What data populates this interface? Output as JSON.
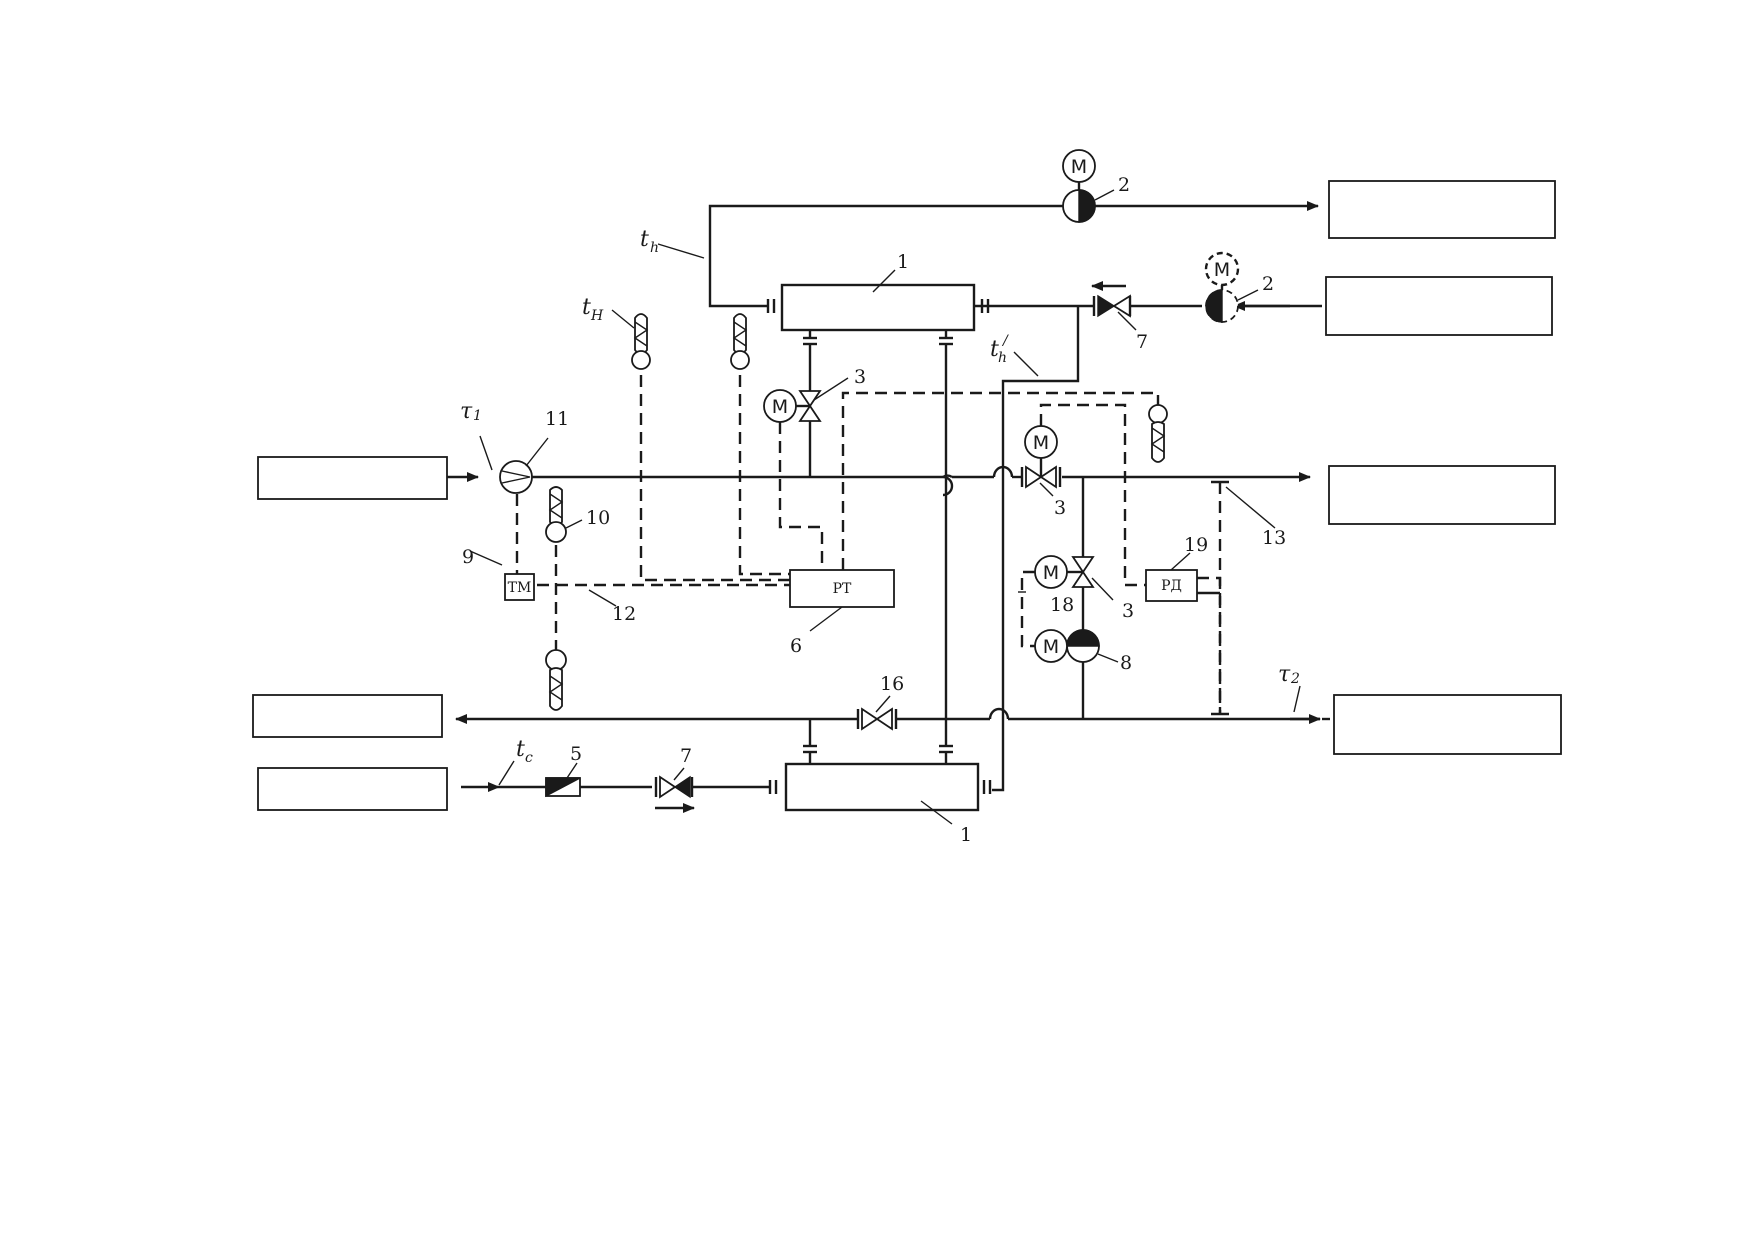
{
  "labels": {
    "pump_top": "2",
    "pump_right": "2",
    "heater_top": "1",
    "heater_bottom": "1",
    "valve3_left": "3",
    "valve3_mid": "3",
    "valve3_low": "3",
    "valve7_top": "7",
    "valve7_bottom": "7",
    "mixer": "11",
    "sensor10": "10",
    "tm_num": "9",
    "line12": "12",
    "rt_num": "6",
    "line13": "13",
    "rd_num": "19",
    "line18": "18",
    "pump8": "8",
    "valve16": "16",
    "filter5": "5"
  },
  "symbols": {
    "th": "t",
    "th_sub": "h",
    "tn": "t",
    "tn_sub": "H",
    "thp": "t",
    "thp_sub": "h",
    "thp_sup": "/",
    "tau1": "τ",
    "tau1_sub": "1",
    "tau2": "τ",
    "tau2_sub": "2",
    "tc": "t",
    "tc_sub": "c"
  },
  "devices": {
    "motor": "M",
    "tm": "ТМ",
    "rt": "РТ",
    "rd": "РД"
  }
}
